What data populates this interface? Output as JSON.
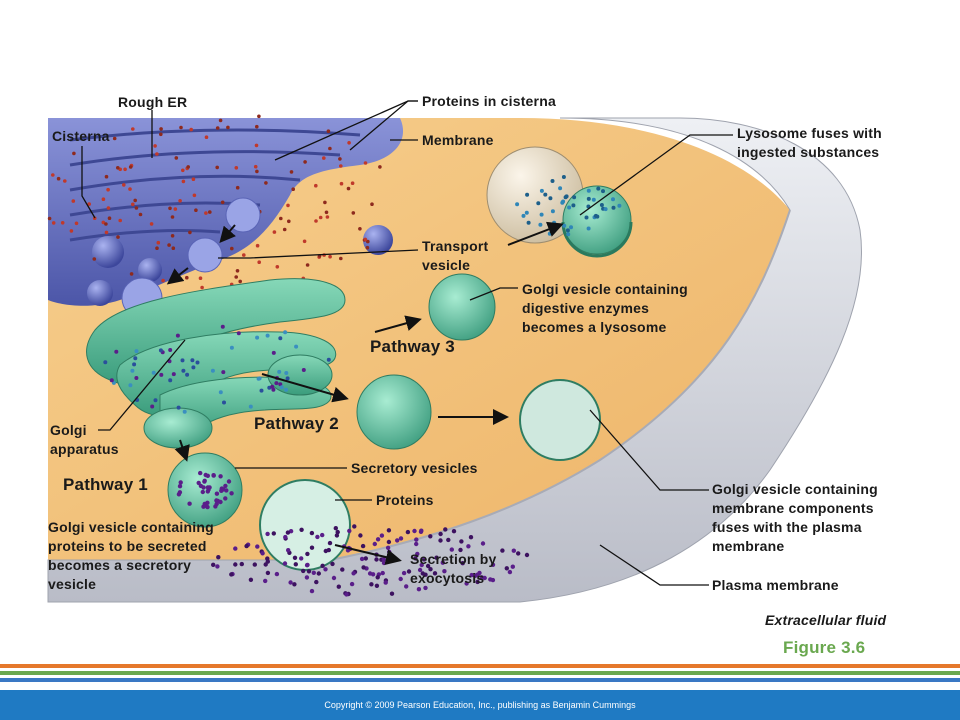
{
  "labels": {
    "rough_er": "Rough ER",
    "cisterna": "Cisterna",
    "proteins_in_cisterna": "Proteins in cisterna",
    "membrane": "Membrane",
    "transport_vesicle": "Transport\nvesicle",
    "lysosome_fuses": "Lysosome  fuses  with\ningested substances",
    "golgi_vesicle_enzymes": "Golgi vesicle containing\ndigestive enzymes\nbecomes a lysosome",
    "pathway_3": "Pathway 3",
    "pathway_2": "Pathway 2",
    "pathway_1": "Pathway 1",
    "golgi_apparatus": "Golgi\napparatus",
    "secretory_vesicles": "Secretory vesicles",
    "proteins": "Proteins",
    "golgi_vesicle_secreted": "Golgi vesicle containing\nproteins to be secreted\nbecomes a secretory\nvesicle",
    "secretion_by_exocytosis": "Secretion by\nexocytosis",
    "golgi_vesicle_membrane": "Golgi vesicle containing\nmembrane components\nfuses with the plasma\nmembrane",
    "plasma_membrane": "Plasma membrane",
    "extracellular_fluid": "Extracellular  fluid",
    "figure": "Figure 3.6"
  },
  "footer": {
    "copyright": "Copyright © 2009 Pearson Education, Inc., publishing as Benjamin Cummings"
  },
  "colors": {
    "cytoplasm": "#f2c079",
    "plasma_membrane": "#dcdde3",
    "rough_er": "#6a74c6",
    "golgi": "#5cbf9c",
    "lysosome": "#e4d6bf",
    "secretory_protein": "#5a1e8a",
    "footer": "#1f7ac3",
    "stripe_orange": "#e5782b",
    "stripe_green": "#6aa84f",
    "stripe_blue": "#3a78c4"
  }
}
